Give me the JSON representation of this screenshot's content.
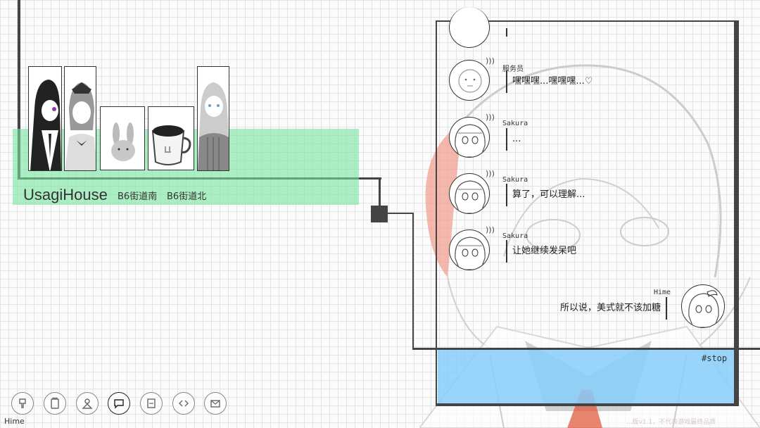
{
  "location": {
    "name": "UsagiHouse",
    "tags": [
      "B6街道南",
      "B6街道北"
    ],
    "cards": [
      {
        "name": "dark-haired-girl-portrait"
      },
      {
        "name": "maid-portrait"
      },
      {
        "name": "rabbit-figure"
      },
      {
        "name": "coffee-cup"
      },
      {
        "name": "maid-girl-portrait"
      }
    ]
  },
  "chat": {
    "messages": [
      {
        "speaker": "",
        "text": "",
        "side": "left",
        "avatar": "partial-avatar"
      },
      {
        "speaker": "服务员",
        "text": "嘿嘿嘿...嘿嘿嘿...♡",
        "side": "left",
        "avatar": "blank-face-avatar"
      },
      {
        "speaker": "Sakura",
        "text": "...",
        "side": "left",
        "avatar": "sakura-avatar"
      },
      {
        "speaker": "Sakura",
        "text": "算了，可以理解...",
        "side": "left",
        "avatar": "sakura-avatar"
      },
      {
        "speaker": "Sakura",
        "text": "让她继续发呆吧",
        "side": "left",
        "avatar": "sakura-avatar"
      },
      {
        "speaker": "Hime",
        "text": "所以说，美式就不该加糖",
        "side": "right",
        "avatar": "hime-avatar"
      }
    ],
    "stop_label": "#stop"
  },
  "toolbar": {
    "items": [
      {
        "name": "map-pin-icon",
        "active": false
      },
      {
        "name": "document-icon",
        "active": false
      },
      {
        "name": "person-icon",
        "active": false
      },
      {
        "name": "chat-icon",
        "active": true
      },
      {
        "name": "notebook-icon",
        "active": false
      },
      {
        "name": "code-icon",
        "active": false
      },
      {
        "name": "mail-icon",
        "active": false
      }
    ]
  },
  "player_name": "Hime",
  "version_text": "...版v1.1，不代表游戏最终品质",
  "colors": {
    "location_band": "#78e6a0",
    "stop_band": "#87cefa",
    "line": "#444444"
  }
}
